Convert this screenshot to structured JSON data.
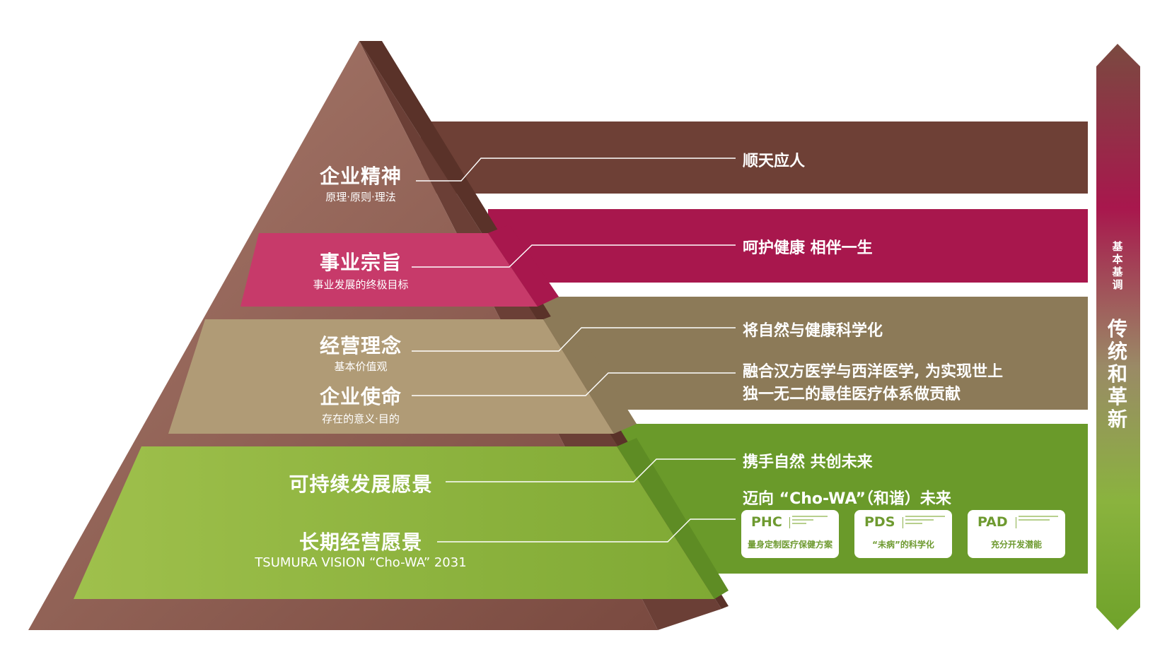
{
  "colors": {
    "brown_light": "#9a6b5e",
    "brown_dark": "#6b3f36",
    "magenta": "#c73a6a",
    "magenta_dark": "#a8174d",
    "tan": "#b09b76",
    "tan_dark": "#8c7a58",
    "green": "#8ab33e",
    "green_dark": "#6a9a2a",
    "white": "#ffffff"
  },
  "pyramid": {
    "spirit": {
      "title": "企业精神",
      "subtitle": "原理·原则·理法"
    },
    "purpose": {
      "title": "事业宗旨",
      "subtitle": "事业发展的终极目标"
    },
    "philosophy": {
      "title": "经营理念",
      "subtitle": "基本价值观"
    },
    "mission": {
      "title": "企业使命",
      "subtitle": "存在的意义·目的"
    },
    "sustainable": {
      "title": "可持续发展愿景"
    },
    "longterm": {
      "title": "长期经营愿景",
      "subtitle": "TSUMURA VISION “Cho-WA” 2031"
    }
  },
  "bands": {
    "spirit": "顺天应人",
    "purpose": "呵护健康 相伴一生",
    "philosophy": "将自然与健康科学化",
    "mission_line1": "融合汉方医学与西洋医学, 为实现世上",
    "mission_line2": "独一无二的最佳医疗体系做贡献",
    "sustainable": "携手自然 共创未来",
    "longterm": "迈向 “Cho-WA”（和谐）未来"
  },
  "cards": [
    {
      "code": "PHC",
      "desc": "量身定制医疗保健方案"
    },
    {
      "code": "PDS",
      "desc": "“未病”的科学化"
    },
    {
      "code": "PAD",
      "desc": "充分开发潜能"
    }
  ],
  "arrow": {
    "small": "基本基调",
    "big": "传统和革新"
  }
}
